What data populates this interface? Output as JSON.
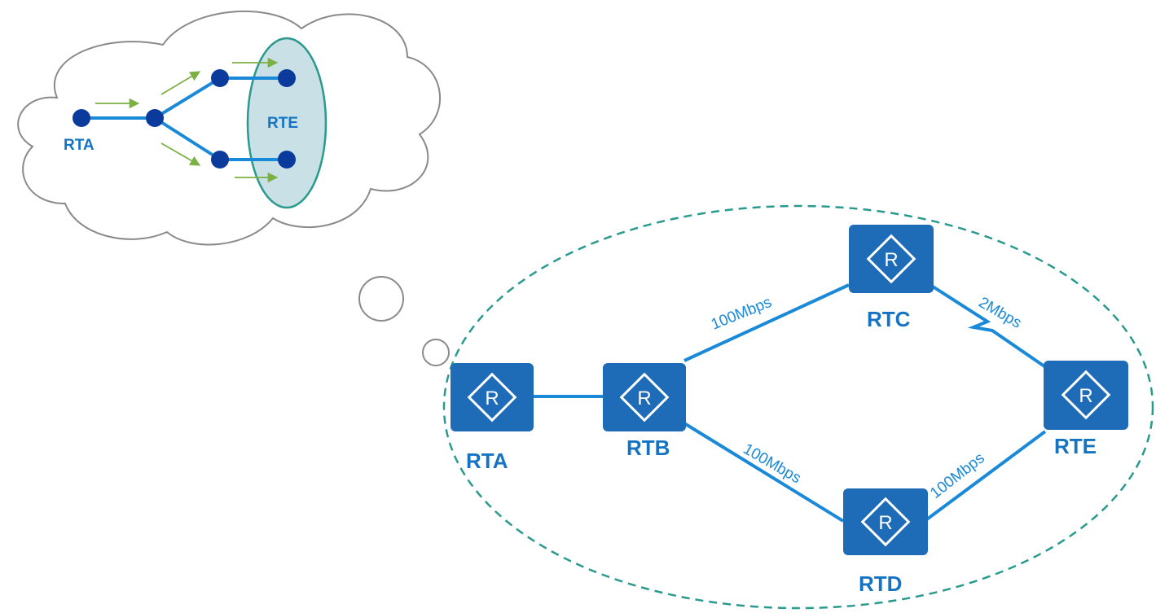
{
  "thought_bubble": {
    "source_label": "RTA",
    "destination_label": "RTE"
  },
  "topology": {
    "routers": [
      {
        "id": "rta",
        "label": "RTA"
      },
      {
        "id": "rtb",
        "label": "RTB"
      },
      {
        "id": "rtc",
        "label": "RTC"
      },
      {
        "id": "rtd",
        "label": "RTD"
      },
      {
        "id": "rte",
        "label": "RTE"
      }
    ],
    "router_icon_glyph": "R",
    "links": [
      {
        "from": "RTA",
        "to": "RTB",
        "bandwidth": ""
      },
      {
        "from": "RTB",
        "to": "RTC",
        "bandwidth": "100Mbps"
      },
      {
        "from": "RTC",
        "to": "RTE",
        "bandwidth": "2Mbps",
        "style": "serial"
      },
      {
        "from": "RTB",
        "to": "RTD",
        "bandwidth": "100Mbps"
      },
      {
        "from": "RTD",
        "to": "RTE",
        "bandwidth": "100Mbps"
      }
    ]
  },
  "colors": {
    "router_fill": "#1e6bb8",
    "link": "#1a8ad8",
    "label": "#1573c3",
    "dashed_boundary": "#2a9a8e",
    "arrow_green": "#7bb042",
    "node_dot": "#0a3a9c",
    "highlight_ellipse": "#c9e1e6"
  }
}
